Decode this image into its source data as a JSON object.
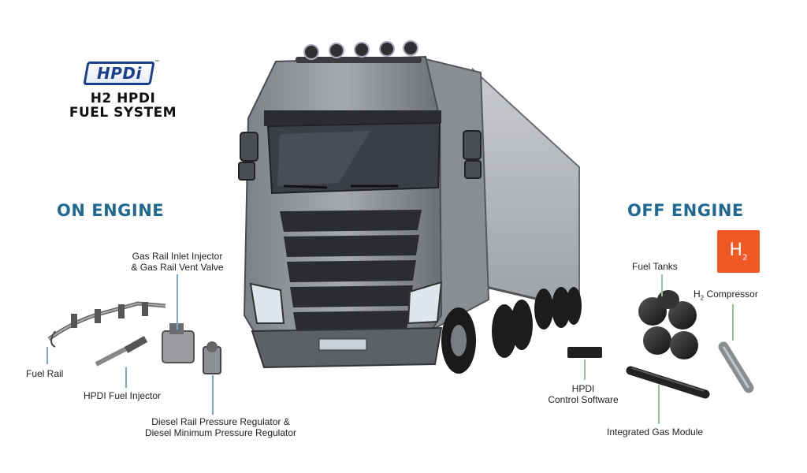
{
  "brand": {
    "logo_text": "HPDi",
    "title_line1": "H2 HPDI",
    "title_line2": "FUEL SYSTEM"
  },
  "on_engine": {
    "heading": "ON ENGINE",
    "labels": {
      "gas_rail_line1": "Gas Rail Inlet Injector",
      "gas_rail_line2": "& Gas Rail Vent Valve",
      "fuel_rail": "Fuel Rail",
      "fuel_injector": "HPDI Fuel Injector",
      "diesel_line1": "Diesel Rail Pressure Regulator &",
      "diesel_line2": "Diesel Minimum Pressure Regulator"
    }
  },
  "off_engine": {
    "heading": "OFF ENGINE",
    "h2_badge": "H",
    "h2_badge_sub": "2",
    "labels": {
      "fuel_tanks": "Fuel Tanks",
      "compressor_prefix": "H",
      "compressor_sub": "2",
      "compressor_suffix": " Compressor",
      "control_line1": "HPDI",
      "control_line2": "Control Software",
      "gas_module": "Integrated Gas Module"
    }
  },
  "colors": {
    "accent_blue": "#1e6a93",
    "logo_blue": "#1b3f8f",
    "leader_blue": "#7aa7c9",
    "leader_green": "#8fc79a",
    "h2_orange": "#ef5a24"
  }
}
